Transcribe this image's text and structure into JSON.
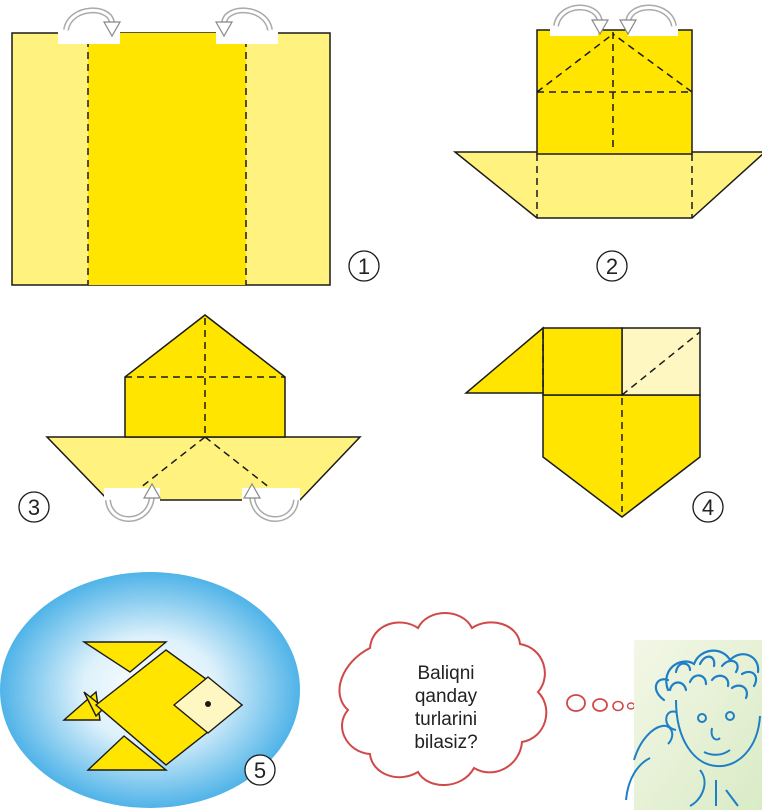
{
  "colors": {
    "light_yellow": "#FFF27F",
    "bright_yellow": "#FFE500",
    "pale_yellow": "#FFF7C2",
    "outline": "#1a1a1a",
    "sky_blue": "#4FB3E8",
    "bubble_outline": "#D04848",
    "hair_blue": "#1C7FC7"
  },
  "steps": [
    {
      "number": "1",
      "icon": "fold-sides-to-center-arrows"
    },
    {
      "number": "2",
      "icon": "fold-top-corners-arrows"
    },
    {
      "number": "3",
      "icon": "fold-bottom-corners-arrows"
    },
    {
      "number": "4",
      "icon": "folded-fish-shape"
    },
    {
      "number": "5",
      "icon": "finished-fish"
    }
  ],
  "speech_bubble": {
    "lines": [
      "Baliqni",
      "qanday",
      "turlarini",
      "bilasiz?"
    ]
  }
}
